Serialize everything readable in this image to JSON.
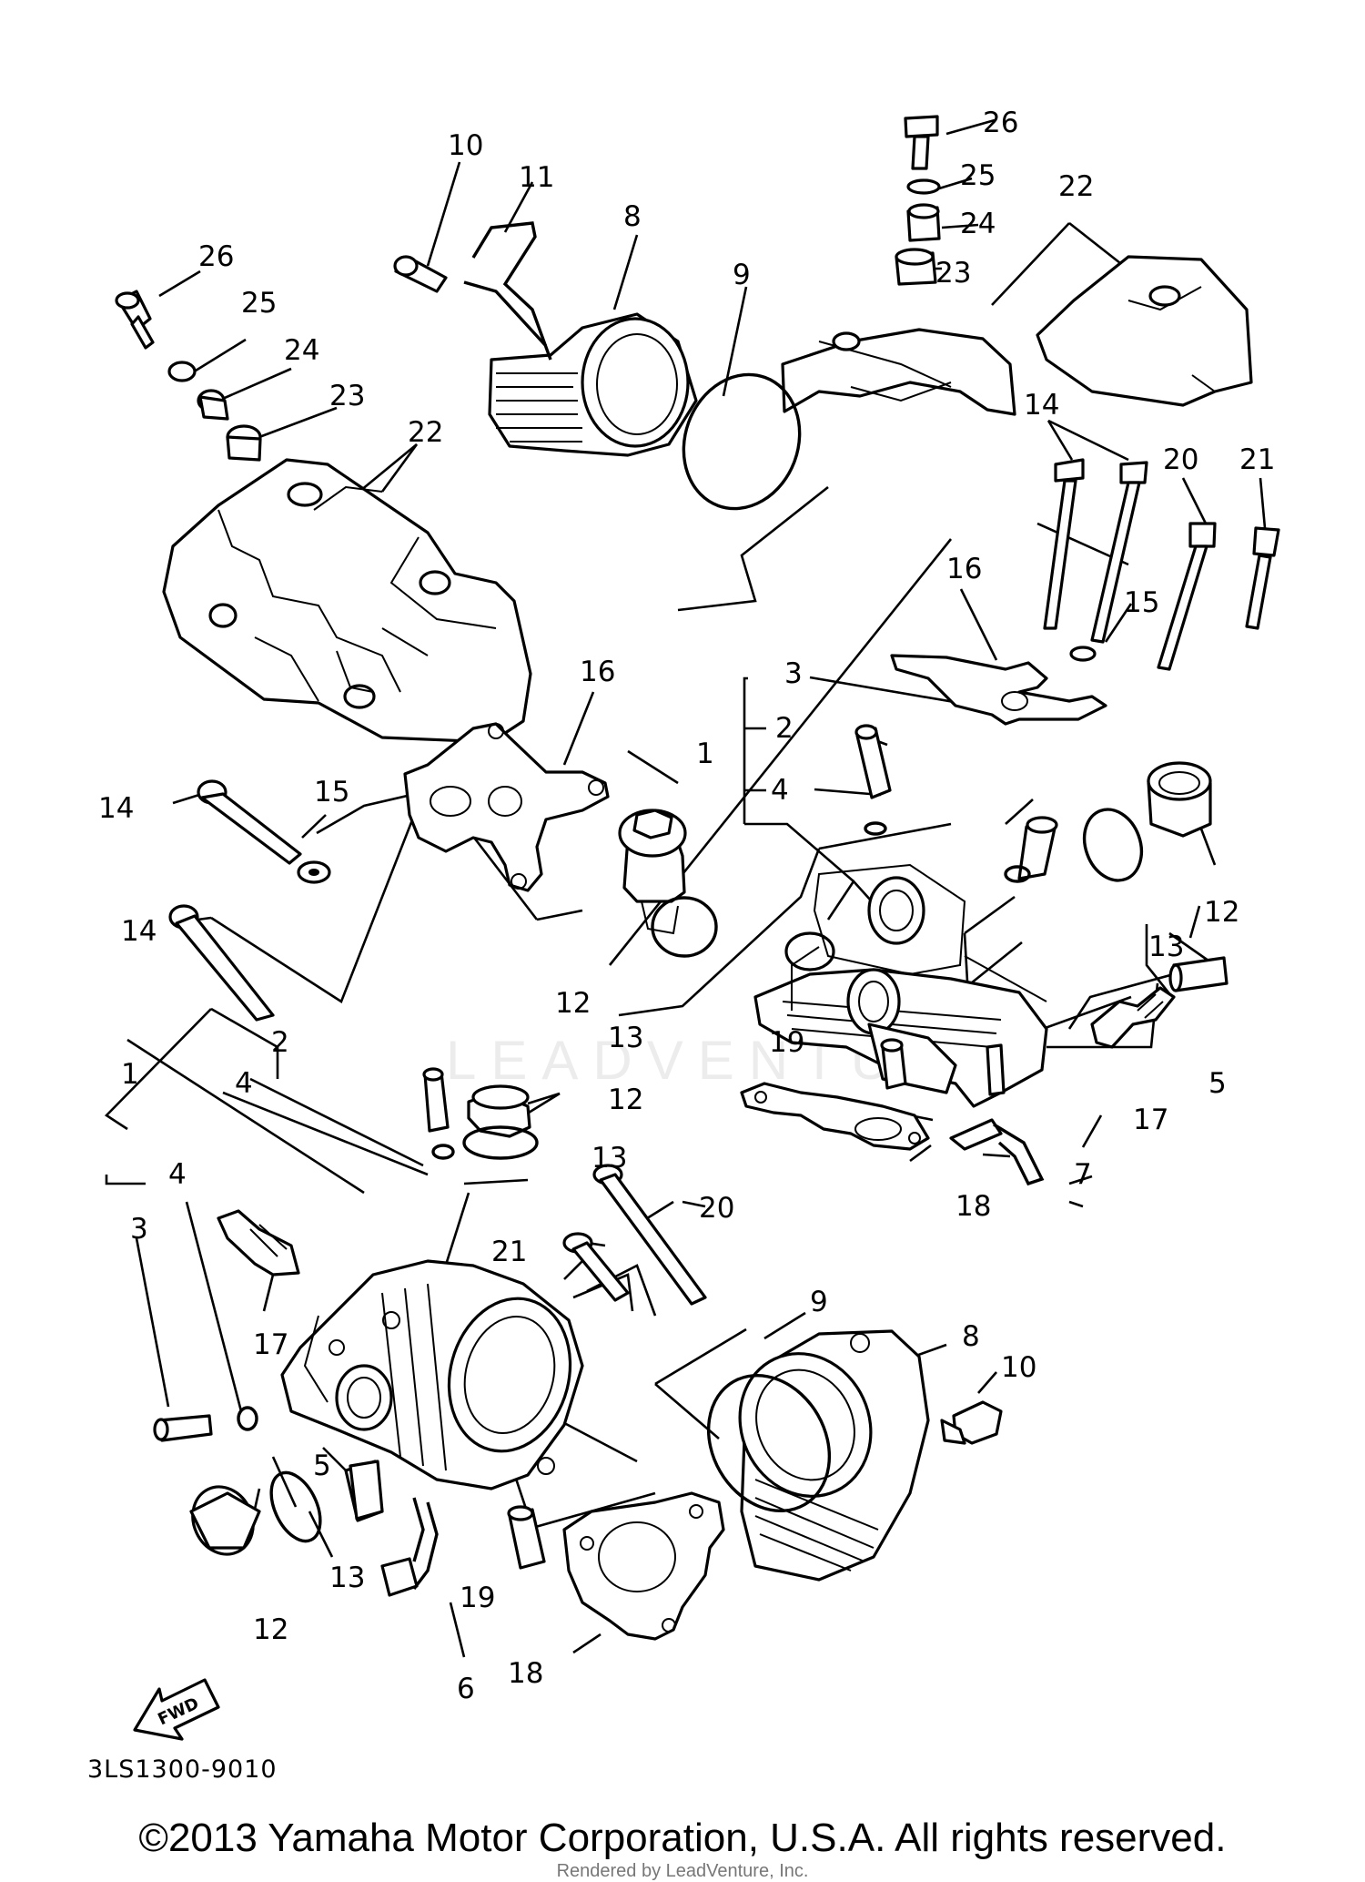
{
  "drawing_code": "3LS1300-9010",
  "fwd_label": "FWD",
  "watermark": "LEADVENTURE",
  "copyright": "©2013 Yamaha Motor Corporation, U.S.A. All rights reserved.",
  "rendered_by": "Rendered by LeadVenture, Inc.",
  "callouts": {
    "c1": "1",
    "c2": "2",
    "c3": "3",
    "c4": "4",
    "c5": "5",
    "c6": "6",
    "c7": "7",
    "c8": "8",
    "c9": "9",
    "c10": "10",
    "c11": "11",
    "c12": "12",
    "c13": "13",
    "c14": "14",
    "c15": "15",
    "c16": "16",
    "c17": "17",
    "c18": "18",
    "c19": "19",
    "c20": "20",
    "c21": "21",
    "c22": "22",
    "c23": "23",
    "c24": "24",
    "c25": "25",
    "c26": "26"
  }
}
